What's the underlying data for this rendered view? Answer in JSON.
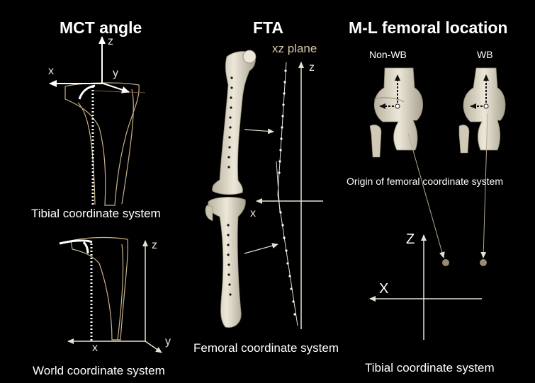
{
  "panels": {
    "mct": {
      "title": "MCT angle",
      "tibial_caption": "Tibial coordinate system",
      "world_caption": "World coordinate system",
      "top_axes": {
        "z": "z",
        "x": "x",
        "y": "y"
      },
      "bottom_axes": {
        "z": "z",
        "x": "x",
        "y": "y"
      }
    },
    "fta": {
      "title": "FTA",
      "plane_label": "xz plane",
      "z_label": "z",
      "x_label": "x",
      "caption": "Femoral coordinate system"
    },
    "ml": {
      "title": "M-L femoral location",
      "non_wb_label": "Non-WB",
      "wb_label": "WB",
      "origin_caption": "Origin of femoral coordinate system",
      "z_label": "Z",
      "x_label": "X",
      "caption": "Tibial coordinate system"
    }
  },
  "colors": {
    "background": "#000000",
    "bone_fill": "#d9d4c2",
    "bone_shadow": "#8d8674",
    "axis_line": "#e6e0d3",
    "origin_dot": "#9a8a6e"
  }
}
